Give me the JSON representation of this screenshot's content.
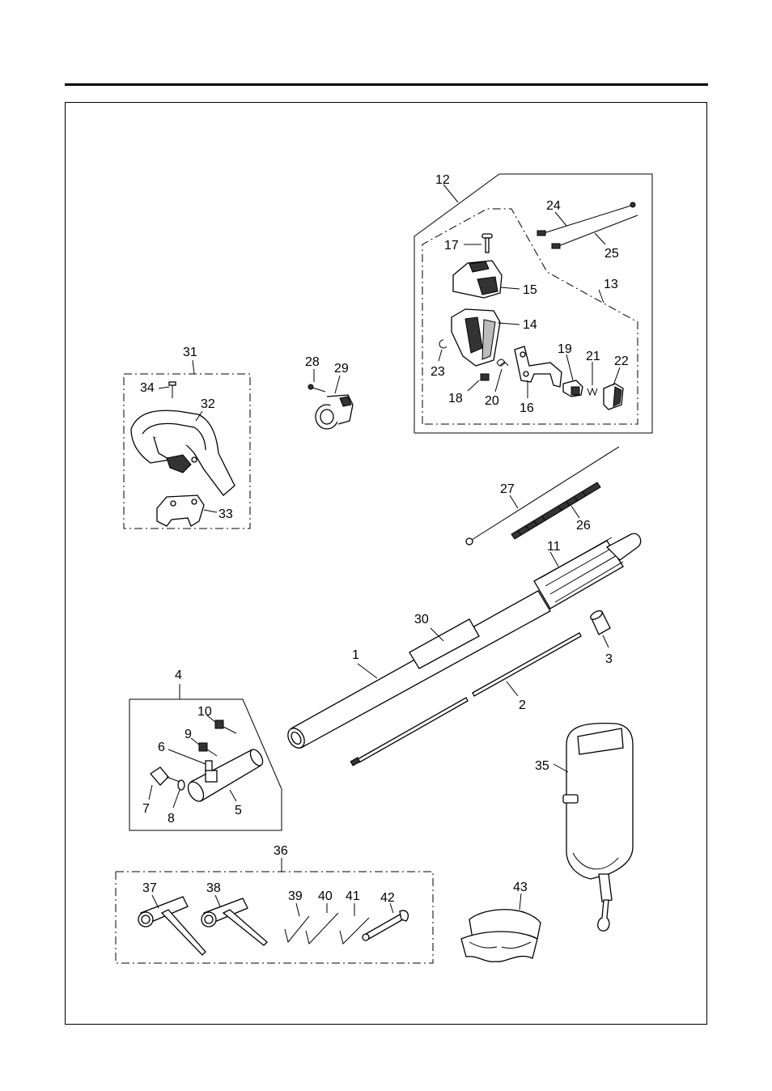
{
  "callouts": [
    {
      "id": "c1",
      "text": "1"
    },
    {
      "id": "c2",
      "text": "2"
    },
    {
      "id": "c3",
      "text": "3"
    },
    {
      "id": "c4",
      "text": "4"
    },
    {
      "id": "c5",
      "text": "5"
    },
    {
      "id": "c6",
      "text": "6"
    },
    {
      "id": "c7",
      "text": "7"
    },
    {
      "id": "c8",
      "text": "8"
    },
    {
      "id": "c9",
      "text": "9"
    },
    {
      "id": "c10",
      "text": "10"
    },
    {
      "id": "c11",
      "text": "11"
    },
    {
      "id": "c12",
      "text": "12"
    },
    {
      "id": "c13",
      "text": "13"
    },
    {
      "id": "c14",
      "text": "14"
    },
    {
      "id": "c15",
      "text": "15"
    },
    {
      "id": "c16",
      "text": "16"
    },
    {
      "id": "c17",
      "text": "17"
    },
    {
      "id": "c18",
      "text": "18"
    },
    {
      "id": "c19",
      "text": "19"
    },
    {
      "id": "c20",
      "text": "20"
    },
    {
      "id": "c21",
      "text": "21"
    },
    {
      "id": "c22",
      "text": "22"
    },
    {
      "id": "c23",
      "text": "23"
    },
    {
      "id": "c24",
      "text": "24"
    },
    {
      "id": "c25",
      "text": "25"
    },
    {
      "id": "c26",
      "text": "26"
    },
    {
      "id": "c27",
      "text": "27"
    },
    {
      "id": "c28",
      "text": "28"
    },
    {
      "id": "c29",
      "text": "29"
    },
    {
      "id": "c30",
      "text": "30"
    },
    {
      "id": "c31",
      "text": "31"
    },
    {
      "id": "c32",
      "text": "32"
    },
    {
      "id": "c33",
      "text": "33"
    },
    {
      "id": "c34",
      "text": "34"
    },
    {
      "id": "c35",
      "text": "35"
    },
    {
      "id": "c36",
      "text": "36"
    },
    {
      "id": "c37",
      "text": "37"
    },
    {
      "id": "c38",
      "text": "38"
    },
    {
      "id": "c39",
      "text": "39"
    },
    {
      "id": "c40",
      "text": "40"
    },
    {
      "id": "c41",
      "text": "41"
    },
    {
      "id": "c42",
      "text": "42"
    },
    {
      "id": "c43",
      "text": "43"
    }
  ],
  "colors": {
    "line": "#000000",
    "background": "#ffffff"
  }
}
